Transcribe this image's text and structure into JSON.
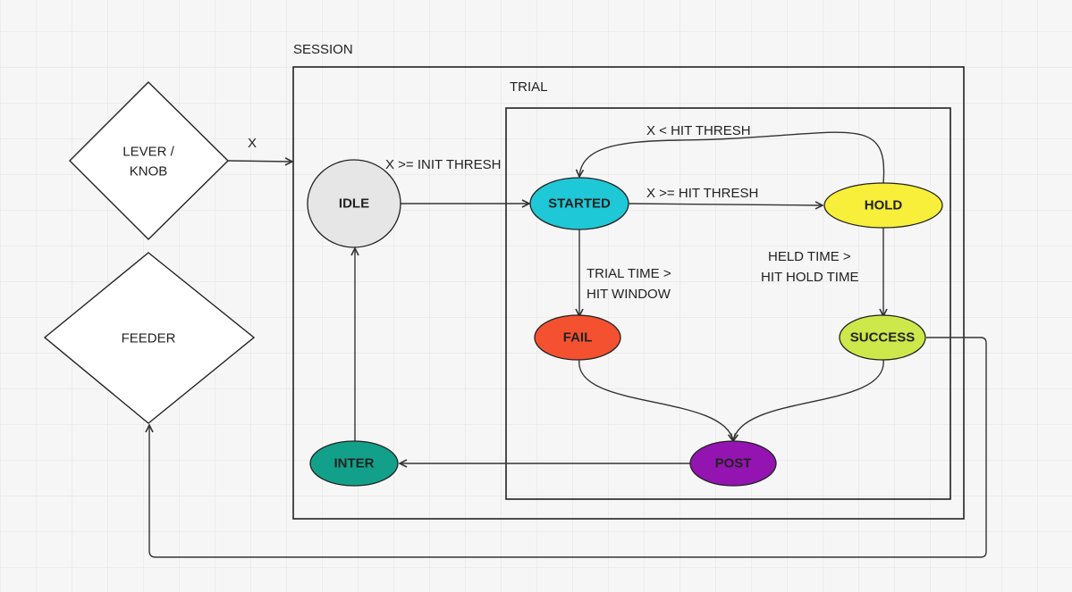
{
  "frames": {
    "session_label": "SESSION",
    "trial_label": "TRIAL"
  },
  "inputs": {
    "lever_line1": "LEVER /",
    "lever_line2": "KNOB",
    "feeder": "FEEDER"
  },
  "states": {
    "idle": "IDLE",
    "started": "STARTED",
    "hold": "HOLD",
    "fail": "FAIL",
    "success": "SUCCESS",
    "post": "POST",
    "inter": "INTER"
  },
  "transitions": {
    "x_input": "X",
    "init_thresh": "X >= INIT THRESH",
    "hit_thresh": "X >= HIT THRESH",
    "below_hit_thresh": "X < HIT THRESH",
    "trial_time_line1": "TRIAL TIME >",
    "trial_time_line2": "HIT WINDOW",
    "held_time_line1": "HELD TIME >",
    "held_time_line2": "HIT HOLD TIME"
  },
  "colors": {
    "idle": "#e6e6e6",
    "started": "#1ec8d6",
    "hold": "#f7ef3a",
    "fail": "#f45131",
    "success": "#cde84a",
    "post": "#9314b1",
    "inter": "#13a08a",
    "grid": "#e4e4e4"
  }
}
